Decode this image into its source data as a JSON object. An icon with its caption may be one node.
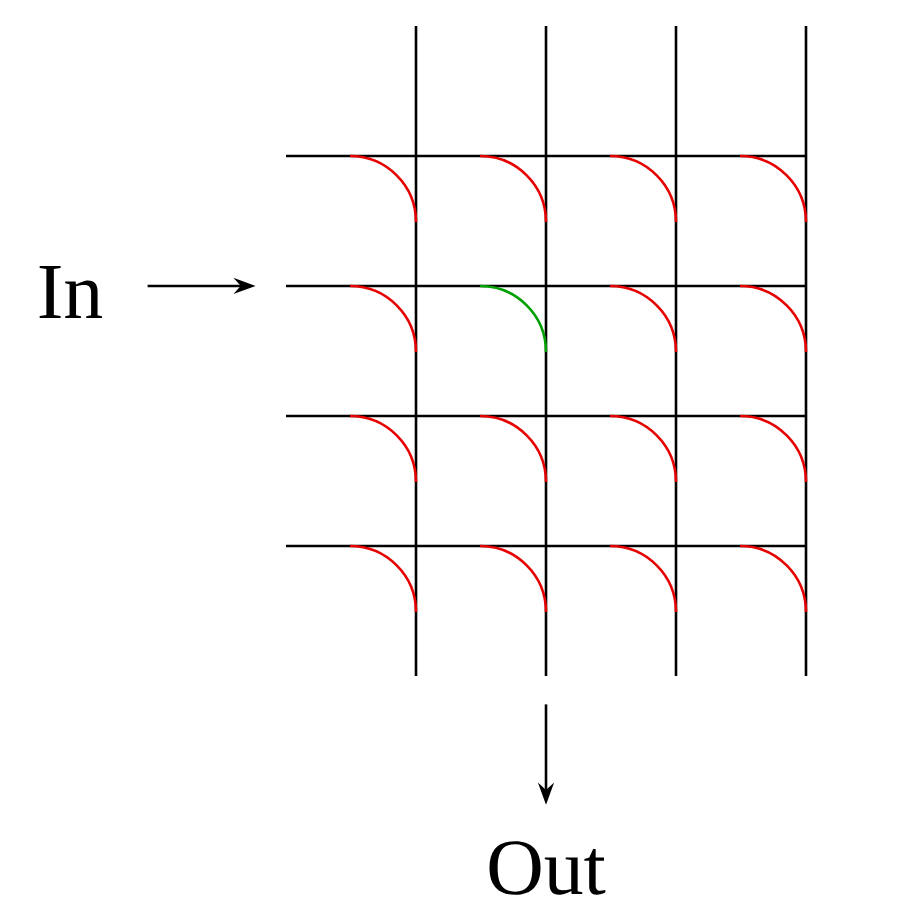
{
  "diagram": {
    "nodes": [
      {
        "text": [
          "In"
        ]
      },
      {
        "text": [],
        "shape": "picture"
      },
      {
        "text": [
          "Out"
        ]
      }
    ],
    "edges": [
      {
        "from": 0,
        "to": 1,
        "arrow": "to"
      },
      {
        "from": 1,
        "to": 2,
        "arrow": "to"
      }
    ]
  }
}
